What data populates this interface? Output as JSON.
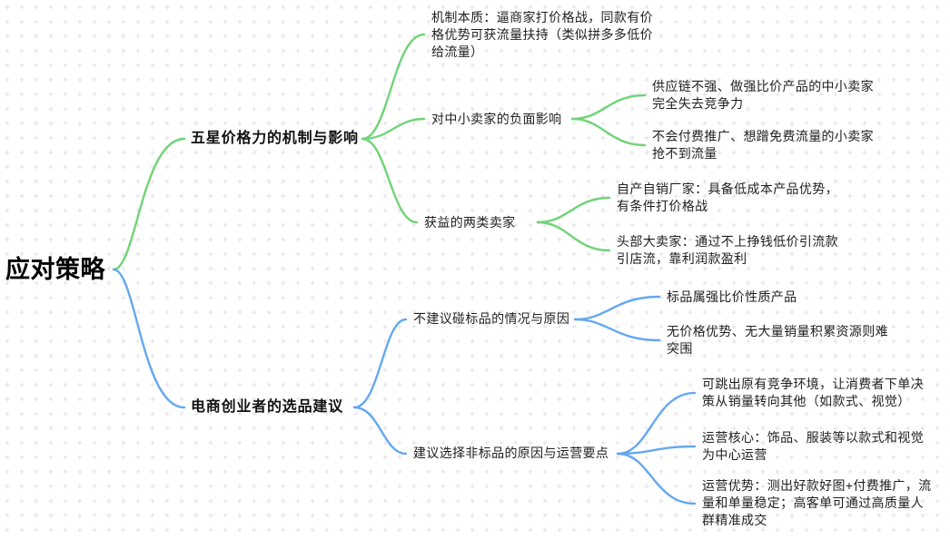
{
  "map": {
    "root": "应对策略",
    "colors": {
      "branch_1_accent": "#70d378",
      "branch_2_accent": "#64a8f0"
    },
    "branches": [
      {
        "label": "五星价格力的机制与影响",
        "children": [
          {
            "label": "机制本质：逼商家打价格战，同款有价格优势可获流量扶持（类似拼多多低价给流量）",
            "children": []
          },
          {
            "label": "对中小卖家的负面影响",
            "children": [
              {
                "label": "供应链不强、做强比价产品的中小卖家完全失去竞争力"
              },
              {
                "label": "不会付费推广、想蹭免费流量的小卖家抢不到流量"
              }
            ]
          },
          {
            "label": "获益的两类卖家",
            "children": [
              {
                "label": "自产自销厂家：具备低成本产品优势，有条件打价格战"
              },
              {
                "label": "头部大卖家：通过不上挣钱低价引流款引店流，靠利润款盈利"
              }
            ]
          }
        ]
      },
      {
        "label": "电商创业者的选品建议",
        "children": [
          {
            "label": "不建议碰标品的情况与原因",
            "children": [
              {
                "label": "标品属强比价性质产品"
              },
              {
                "label": "无价格优势、无大量销量积累资源则难突围"
              }
            ]
          },
          {
            "label": "建议选择非标品的原因与运营要点",
            "children": [
              {
                "label": "可跳出原有竞争环境，让消费者下单决策从销量转向其他（如款式、视觉）"
              },
              {
                "label": "运营核心：饰品、服装等以款式和视觉为中心运营"
              },
              {
                "label": "运营优势：测出好款好图+付费推广，流量和单量稳定；高客单可通过高质量人群精准成交"
              }
            ]
          }
        ]
      }
    ]
  }
}
